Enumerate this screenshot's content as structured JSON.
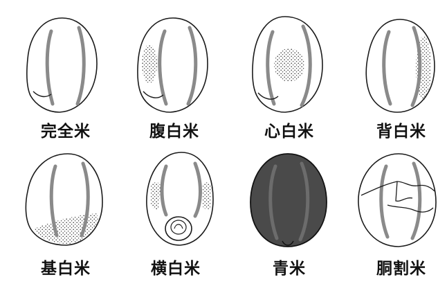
{
  "grains": [
    {
      "label": "完全米"
    },
    {
      "label": "腹白米"
    },
    {
      "label": "心白米"
    },
    {
      "label": "背白米"
    },
    {
      "label": "基白米"
    },
    {
      "label": "横白米"
    },
    {
      "label": "青米"
    },
    {
      "label": "胴割米"
    }
  ],
  "colors": {
    "outline": "#1a1a1a",
    "stripe": "#8a8a8a",
    "chalky_dots": "#333333",
    "green_rice_fill": "#4a4a4a",
    "background": "#ffffff"
  }
}
